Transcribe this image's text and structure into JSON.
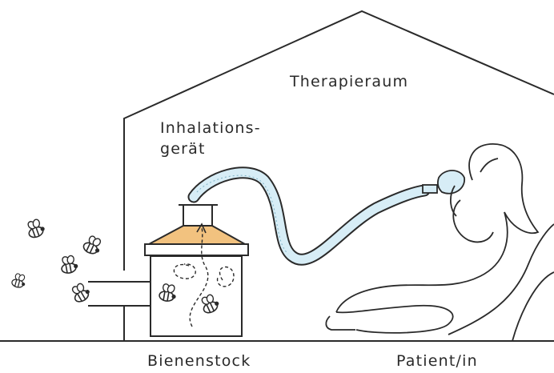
{
  "labels": {
    "room": "Therapieraum",
    "device_line1": "Inhalations-",
    "device_line2": "gerät",
    "hive": "Bienenstock",
    "patient": "Patient/in"
  },
  "colors": {
    "line": "#2a2a2a",
    "hood_fill": "#f2c27f",
    "tube_fill": "#d7edf6",
    "tube_stroke": "#7fb3c6"
  },
  "icons": [
    "bee-icon",
    "airflow-swirl",
    "breathing-mask"
  ]
}
